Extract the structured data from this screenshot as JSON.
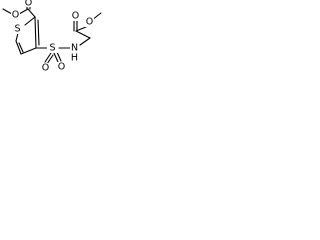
{
  "molecule": {
    "atoms": {
      "o_ester_methoxy": "O",
      "o_ester_carbonyl": "O",
      "s_ring": "S",
      "s_sulfonyl": "S",
      "o_sulfonyl_left": "O",
      "o_sulfonyl_right": "O",
      "n_sulfonamide": "N",
      "h_sulfonamide": "H",
      "o_glycine_carbonyl": "O",
      "o_glycine_methoxy": "O"
    }
  }
}
